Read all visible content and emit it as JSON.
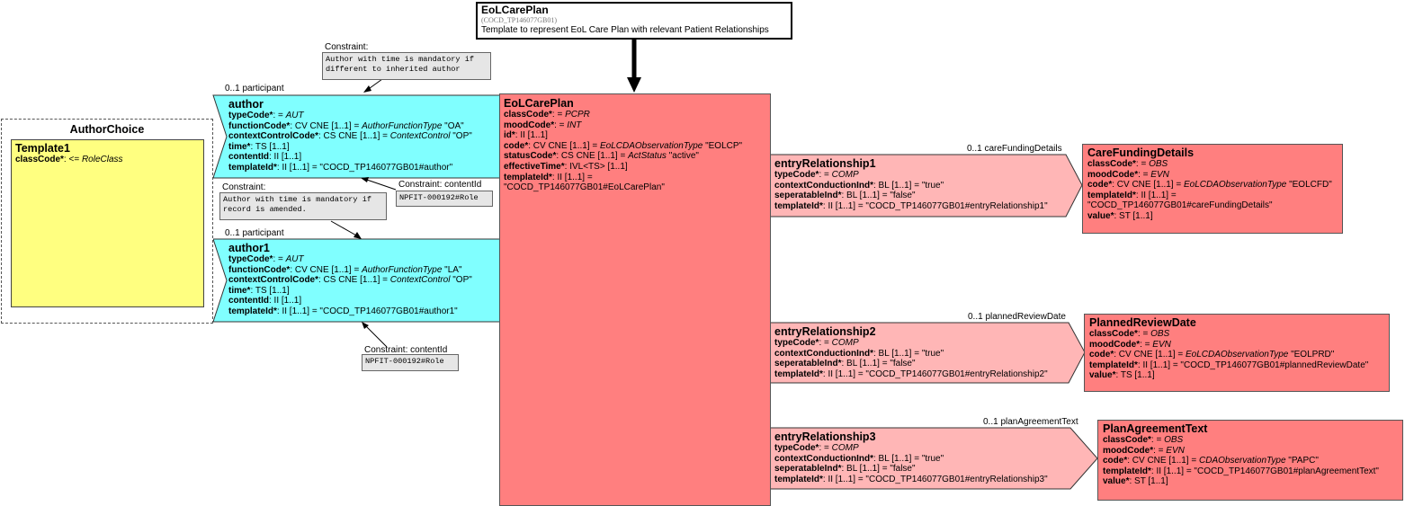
{
  "header": {
    "title": "EoLCarePlan",
    "oid": "(COCD_TP146077GB01)",
    "description": "Template to represent EoL Care Plan with relevant Patient Relationships"
  },
  "author_choice": {
    "title": "AuthorChoice",
    "template1": {
      "title": "Template1",
      "attrs": [
        {
          "name": "classCode*",
          "rest": ": <= ",
          "ital": "RoleClass",
          "tail": ""
        }
      ]
    }
  },
  "author": {
    "link_label": "0..1 participant",
    "title": "author",
    "attrs": [
      {
        "name": "typeCode*",
        "rest": ": = ",
        "ital": "AUT",
        "tail": ""
      },
      {
        "name": "functionCode*",
        "rest": ": CV CNE [1..1] = ",
        "ital": "AuthorFunctionType",
        "tail": " \"OA\""
      },
      {
        "name": "contextControlCode*",
        "rest": ": CS CNE [1..1] = ",
        "ital": "ContextControl",
        "tail": " \"OP\""
      },
      {
        "name": "time*",
        "rest": ": TS [1..1]",
        "ital": "",
        "tail": ""
      },
      {
        "name": "contentId",
        "rest": ": II [1..1]",
        "ital": "",
        "tail": ""
      },
      {
        "name": "templateId*",
        "rest": ": II [1..1] = \"COCD_TP146077GB01#author\"",
        "ital": "",
        "tail": ""
      }
    ]
  },
  "author1": {
    "link_label": "0..1 participant",
    "title": "author1",
    "attrs": [
      {
        "name": "typeCode*",
        "rest": ": = ",
        "ital": "AUT",
        "tail": ""
      },
      {
        "name": "functionCode*",
        "rest": ": CV CNE [1..1] = ",
        "ital": "AuthorFunctionType",
        "tail": " \"LA\""
      },
      {
        "name": "contextControlCode*",
        "rest": ": CS CNE [1..1] = ",
        "ital": "ContextControl",
        "tail": " \"OP\""
      },
      {
        "name": "time*",
        "rest": ": TS [1..1]",
        "ital": "",
        "tail": ""
      },
      {
        "name": "contentId",
        "rest": ": II [1..1]",
        "ital": "",
        "tail": ""
      },
      {
        "name": "templateId*",
        "rest": ": II [1..1] = \"COCD_TP146077GB01#author1\"",
        "ital": "",
        "tail": ""
      }
    ]
  },
  "constraints": {
    "c1": {
      "title": "Constraint:",
      "lines": [
        "Author with time is mandatory if",
        "different to inherited author"
      ]
    },
    "c2": {
      "title": "Constraint:",
      "lines": [
        "Author with time is mandatory if",
        "record is amended."
      ]
    },
    "c3": {
      "title": "Constraint: contentId",
      "lines": [
        "NPFIT-000192#Role"
      ]
    },
    "c4": {
      "title": "Constraint: contentId",
      "lines": [
        "NPFIT-000192#Role"
      ]
    }
  },
  "main": {
    "title": "EoLCarePlan",
    "attrs": [
      {
        "name": "classCode*",
        "rest": ": = ",
        "ital": "PCPR",
        "tail": ""
      },
      {
        "name": "moodCode*",
        "rest": ": = ",
        "ital": "INT",
        "tail": ""
      },
      {
        "name": "id*",
        "rest": ": II [1..1]",
        "ital": "",
        "tail": ""
      },
      {
        "name": "code*",
        "rest": ": CV CNE [1..1] = ",
        "ital": "EoLCDAObservationType",
        "tail": " \"EOLCP\""
      },
      {
        "name": "statusCode*",
        "rest": ": CS CNE [1..1] = ",
        "ital": "ActStatus",
        "tail": " \"active\""
      },
      {
        "name": "effectiveTime*",
        "rest": ": IVL<TS> [1..1]",
        "ital": "",
        "tail": ""
      },
      {
        "name": "templateId*",
        "rest": ": II [1..1] =",
        "ital": "",
        "tail": ""
      },
      {
        "name": "",
        "rest": "\"COCD_TP146077GB01#EoLCarePlan\"",
        "ital": "",
        "tail": ""
      }
    ]
  },
  "er1": {
    "title": "entryRelationship1",
    "link_label": "0..1 careFundingDetails",
    "attrs": [
      {
        "name": "typeCode*",
        "rest": ": = ",
        "ital": "COMP",
        "tail": ""
      },
      {
        "name": "contextConductionInd*",
        "rest": ": BL [1..1] = \"true\"",
        "ital": "",
        "tail": ""
      },
      {
        "name": "seperatableInd*",
        "rest": ": BL [1..1] = \"false\"",
        "ital": "",
        "tail": ""
      },
      {
        "name": "templateId*",
        "rest": ": II [1..1] = \"COCD_TP146077GB01#entryRelationship1\"",
        "ital": "",
        "tail": ""
      }
    ]
  },
  "er2": {
    "title": "entryRelationship2",
    "link_label": "0..1 plannedReviewDate",
    "attrs": [
      {
        "name": "typeCode*",
        "rest": ": = ",
        "ital": "COMP",
        "tail": ""
      },
      {
        "name": "contextConductionInd*",
        "rest": ": BL [1..1] = \"true\"",
        "ital": "",
        "tail": ""
      },
      {
        "name": "seperatableInd*",
        "rest": ": BL [1..1] = \"false\"",
        "ital": "",
        "tail": ""
      },
      {
        "name": "templateId*",
        "rest": ": II [1..1] = \"COCD_TP146077GB01#entryRelationship2\"",
        "ital": "",
        "tail": ""
      }
    ]
  },
  "er3": {
    "title": "entryRelationship3",
    "link_label": "0..1 planAgreementText",
    "attrs": [
      {
        "name": "typeCode*",
        "rest": ": = ",
        "ital": "COMP",
        "tail": ""
      },
      {
        "name": "contextConductionInd*",
        "rest": ": BL [1..1] = \"true\"",
        "ital": "",
        "tail": ""
      },
      {
        "name": "seperatableInd*",
        "rest": ": BL [1..1] = \"false\"",
        "ital": "",
        "tail": ""
      },
      {
        "name": "templateId*",
        "rest": ": II [1..1] = \"COCD_TP146077GB01#entryRelationship3\"",
        "ital": "",
        "tail": ""
      }
    ]
  },
  "care": {
    "title": "CareFundingDetails",
    "attrs": [
      {
        "name": "classCode*",
        "rest": ": = ",
        "ital": "OBS",
        "tail": ""
      },
      {
        "name": "moodCode*",
        "rest": ": = ",
        "ital": "EVN",
        "tail": ""
      },
      {
        "name": "code*",
        "rest": ": CV CNE [1..1] = ",
        "ital": "EoLCDAObservationType",
        "tail": " \"EOLCFD\""
      },
      {
        "name": "templateId*",
        "rest": ": II [1..1] =",
        "ital": "",
        "tail": ""
      },
      {
        "name": "",
        "rest": "\"COCD_TP146077GB01#careFundingDetails\"",
        "ital": "",
        "tail": ""
      },
      {
        "name": "value*",
        "rest": ": ST [1..1]",
        "ital": "",
        "tail": ""
      }
    ]
  },
  "review": {
    "title": "PlannedReviewDate",
    "attrs": [
      {
        "name": "classCode*",
        "rest": ": = ",
        "ital": "OBS",
        "tail": ""
      },
      {
        "name": "moodCode*",
        "rest": ": = ",
        "ital": "EVN",
        "tail": ""
      },
      {
        "name": "code*",
        "rest": ": CV CNE [1..1] = ",
        "ital": "EoLCDAObservationType",
        "tail": " \"EOLPRD\""
      },
      {
        "name": "templateId*",
        "rest": ": II [1..1] = \"COCD_TP146077GB01#plannedReviewDate\"",
        "ital": "",
        "tail": ""
      },
      {
        "name": "value*",
        "rest": ": TS [1..1]",
        "ital": "",
        "tail": ""
      }
    ]
  },
  "agree": {
    "title": "PlanAgreementText",
    "attrs": [
      {
        "name": "classCode*",
        "rest": ": = ",
        "ital": "OBS",
        "tail": ""
      },
      {
        "name": "moodCode*",
        "rest": ": = ",
        "ital": "EVN",
        "tail": ""
      },
      {
        "name": "code*",
        "rest": ": CV CNE [1..1] = ",
        "ital": "CDAObservationType",
        "tail": " \"PAPC\""
      },
      {
        "name": "templateId*",
        "rest": ": II [1..1] = \"COCD_TP146077GB01#planAgreementText\"",
        "ital": "",
        "tail": ""
      },
      {
        "name": "value*",
        "rest": ": ST [1..1]",
        "ital": "",
        "tail": ""
      }
    ]
  },
  "colors": {
    "main_class": "#ff7f7f",
    "relationship": "#ffb6b6",
    "participant": "#80ffff",
    "template": "#ffff80",
    "constraint": "#e6e6e6"
  }
}
